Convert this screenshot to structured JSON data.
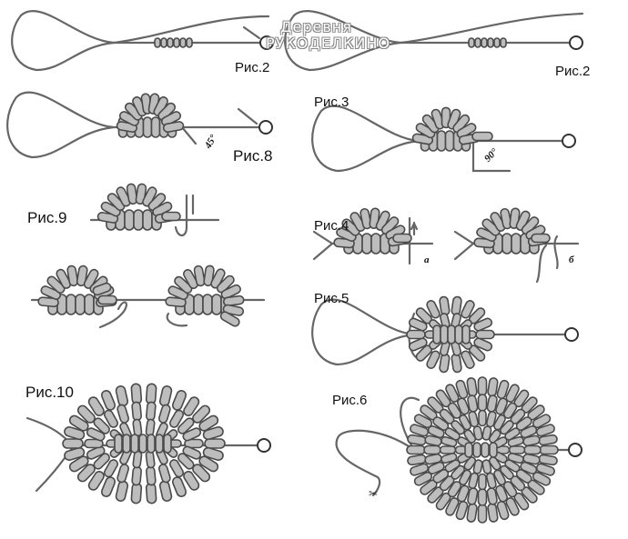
{
  "watermark": {
    "line1": "Деревня",
    "line2": "РУКОДЕЛКИНО"
  },
  "figures": {
    "fig2a": "Рис.2",
    "fig2b": "Рис.2",
    "fig8": "Рис.8",
    "fig8_angle": "45°",
    "fig3": "Рис.3",
    "fig3_angle": "90°",
    "fig9": "Рис.9",
    "fig4": "Рис.4",
    "fig4_a": "а",
    "fig4_b": "б",
    "fig5": "Рис.5",
    "fig10": "Рис.10",
    "fig6": "Рис.6"
  },
  "colors": {
    "bead_fill": "#bdbdbd",
    "bead_stroke": "#4a4a4a",
    "wire": "#666666"
  }
}
